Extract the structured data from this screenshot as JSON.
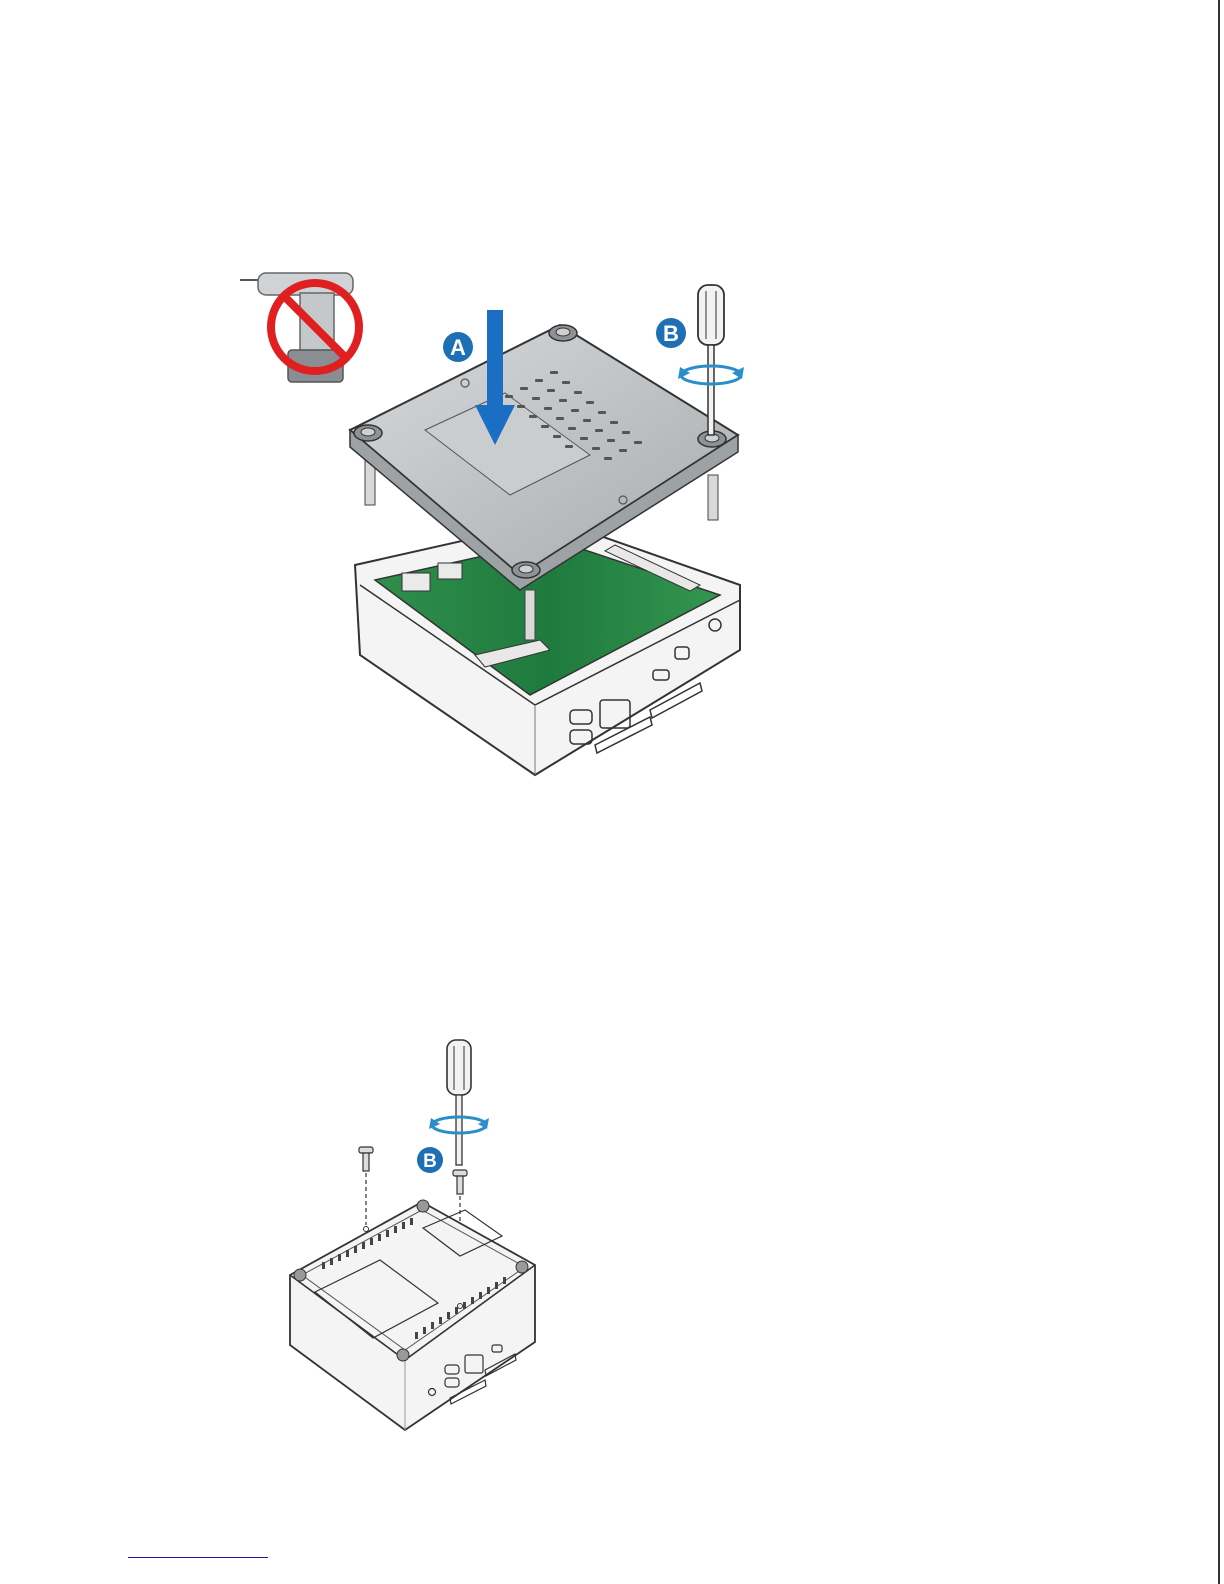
{
  "figure_top": {
    "callouts": {
      "a": "A",
      "b": "B"
    },
    "icons": [
      "no-power-drill-icon",
      "screwdriver-icon",
      "rotation-arrow-icon",
      "down-arrow-icon"
    ],
    "colors": {
      "callout_fill": "#1f6fb5",
      "arrow_blue": "#1a6fc4",
      "prohibit_red": "#e02020",
      "board_green": "#2e8b48",
      "lid_gray": "#bfc3c6",
      "chassis_white": "#f4f4f4",
      "rotation_blue": "#2a8fc9"
    }
  },
  "figure_bottom": {
    "callouts": {
      "b": "B"
    },
    "icons": [
      "screwdriver-icon",
      "rotation-arrow-icon",
      "screw-icon"
    ]
  },
  "colors": {
    "footer_rule": "#1a1aa0",
    "page_edge": "#333333"
  }
}
